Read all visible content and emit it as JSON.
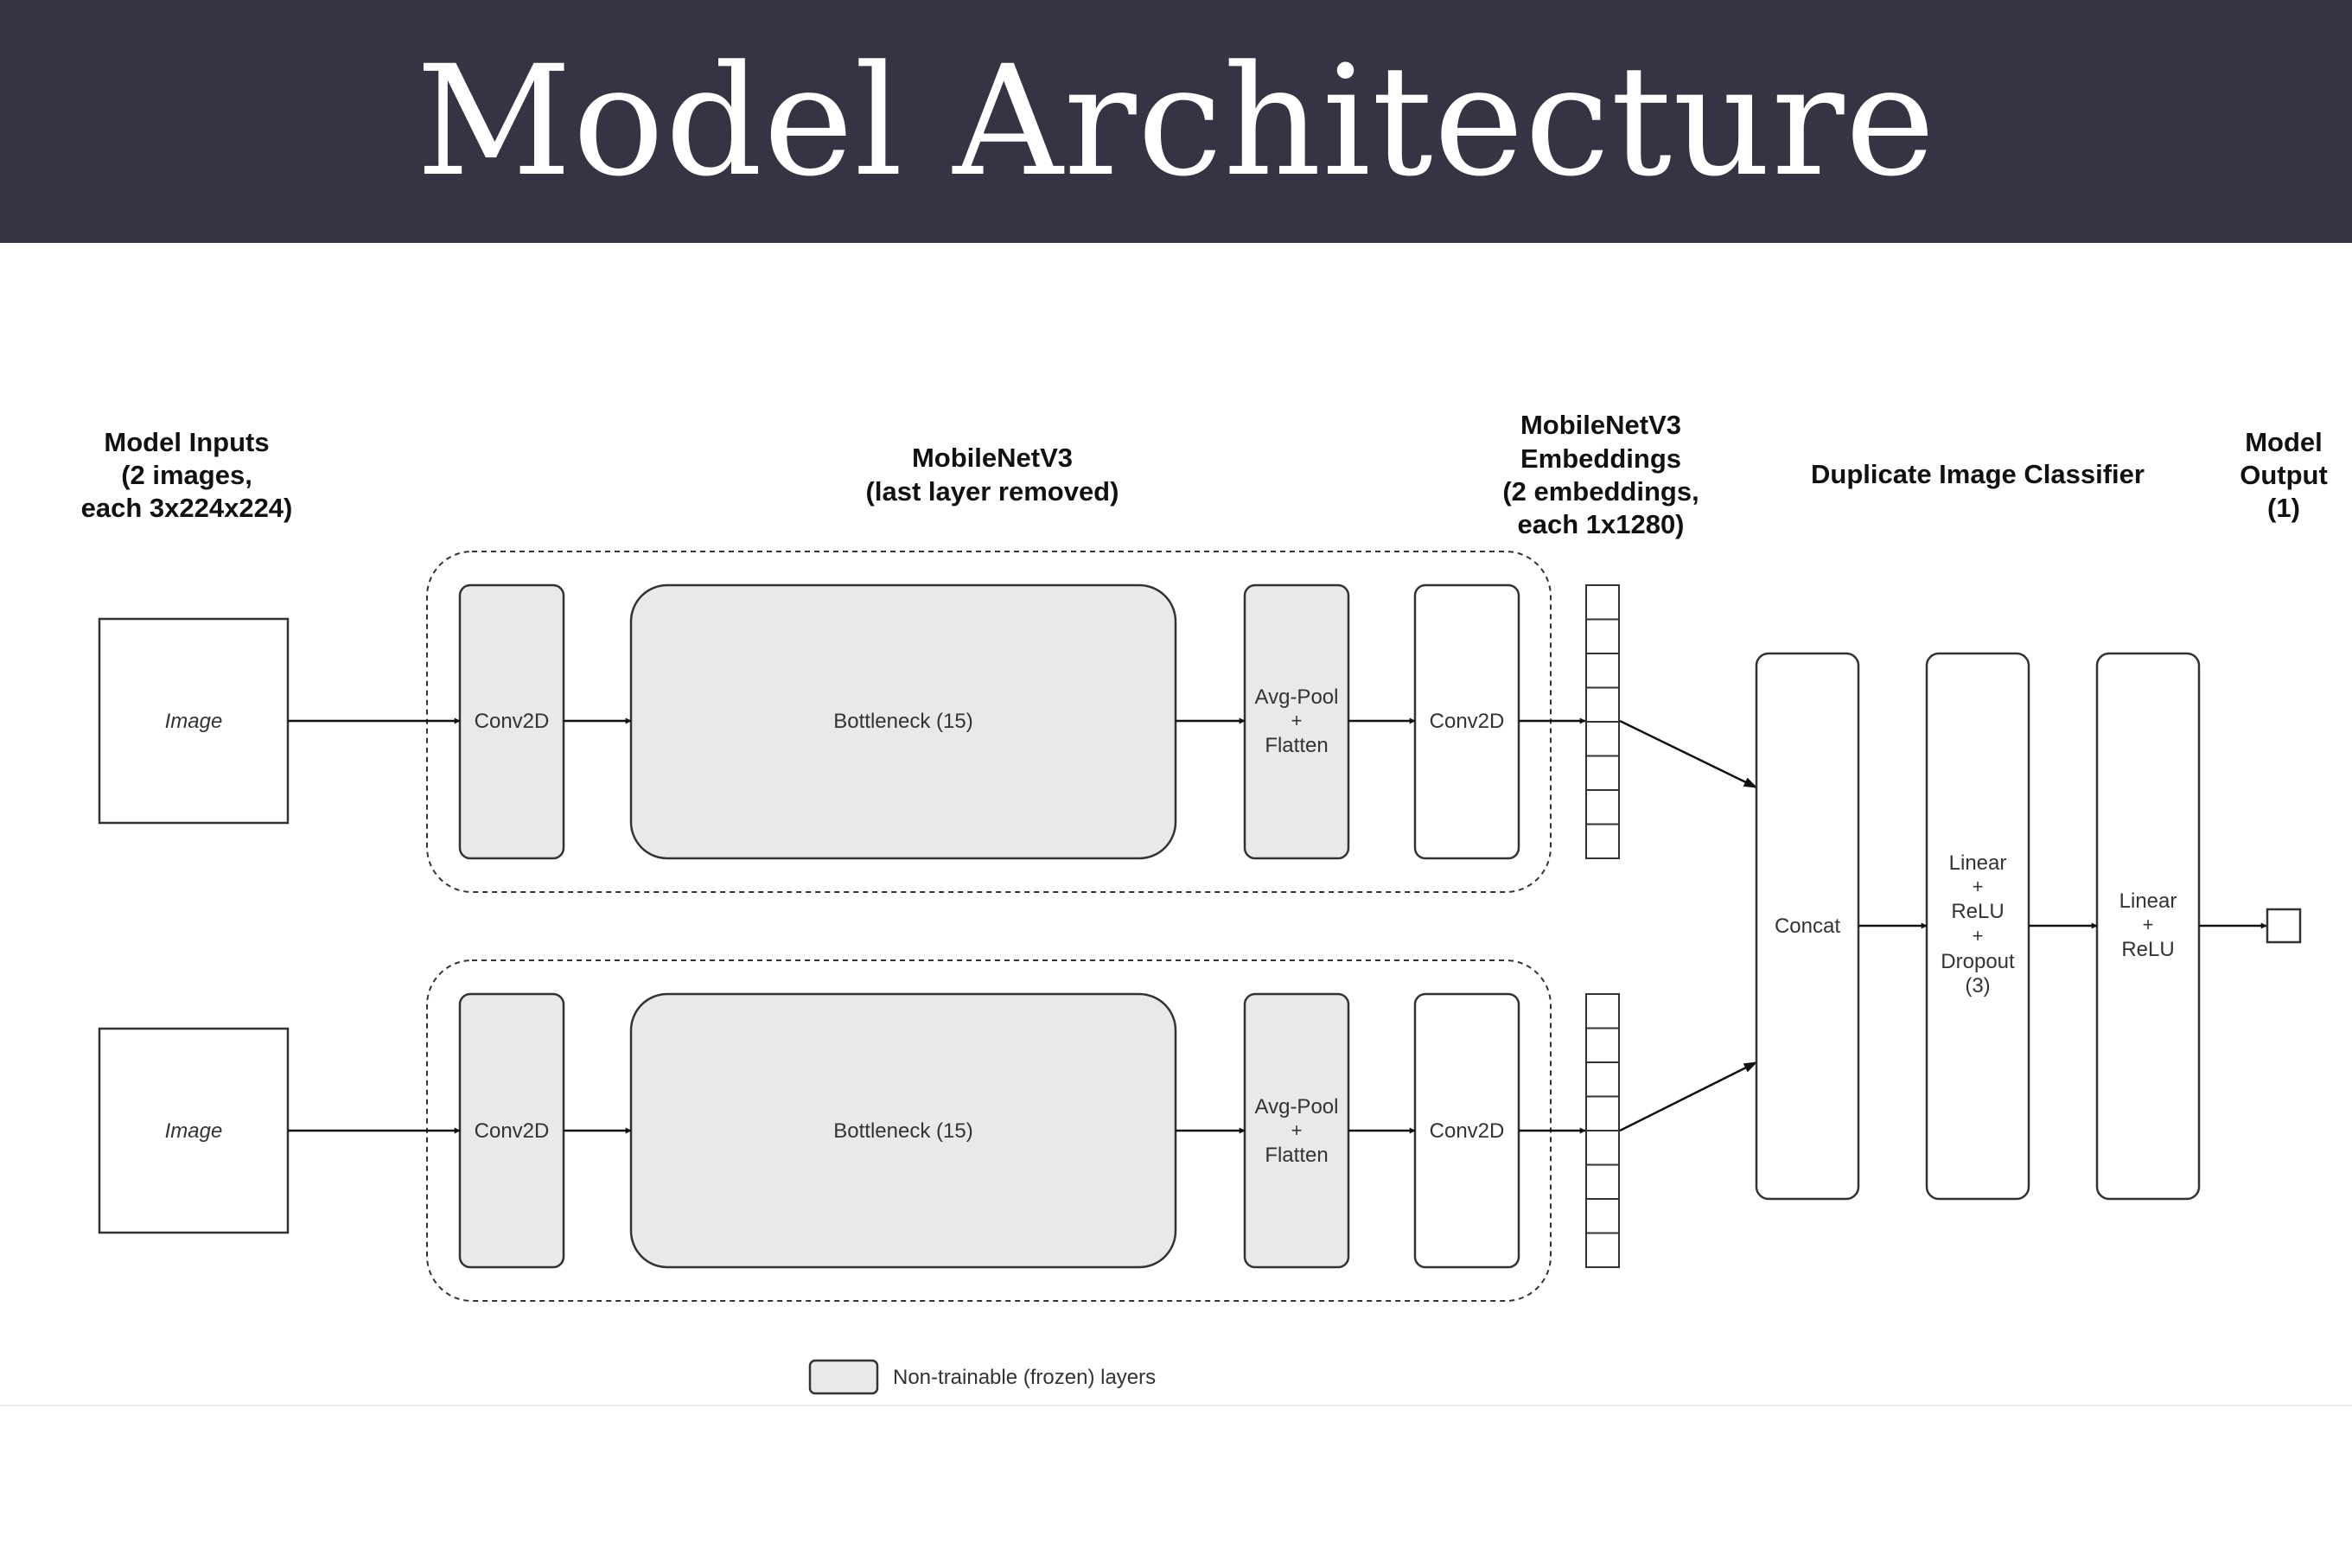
{
  "page": {
    "title": "Model Architecture"
  },
  "headers": {
    "inputs": [
      "Model Inputs",
      "(2 images,",
      "each 3x224x224)"
    ],
    "backbone": [
      "MobileNetV3",
      "(last layer removed)"
    ],
    "embeddings": [
      "MobileNetV3",
      "Embeddings",
      "(2 embeddings,",
      "each 1x1280)"
    ],
    "classifier": [
      "Duplicate Image Classifier"
    ],
    "output": [
      "Model",
      "Output",
      "(1)"
    ]
  },
  "branches": [
    {
      "input_label": "Image",
      "conv_in_label": "Conv2D",
      "bottleneck_label": "Bottleneck (15)",
      "pool_label": [
        "Avg-Pool",
        "+",
        "Flatten"
      ],
      "conv_out_label": "Conv2D"
    },
    {
      "input_label": "Image",
      "conv_in_label": "Conv2D",
      "bottleneck_label": "Bottleneck (15)",
      "pool_label": [
        "Avg-Pool",
        "+",
        "Flatten"
      ],
      "conv_out_label": "Conv2D"
    }
  ],
  "classifier": {
    "concat_label": "Concat",
    "block1_label": [
      "Linear",
      "+",
      "ReLU",
      "+",
      "Dropout",
      "(3)"
    ],
    "block2_label": [
      "Linear",
      "+",
      "ReLU"
    ]
  },
  "legend": {
    "label": "Non-trainable (frozen) layers"
  },
  "colors": {
    "title_bar": "#353344",
    "frozen_fill": "#e9e9e9"
  }
}
